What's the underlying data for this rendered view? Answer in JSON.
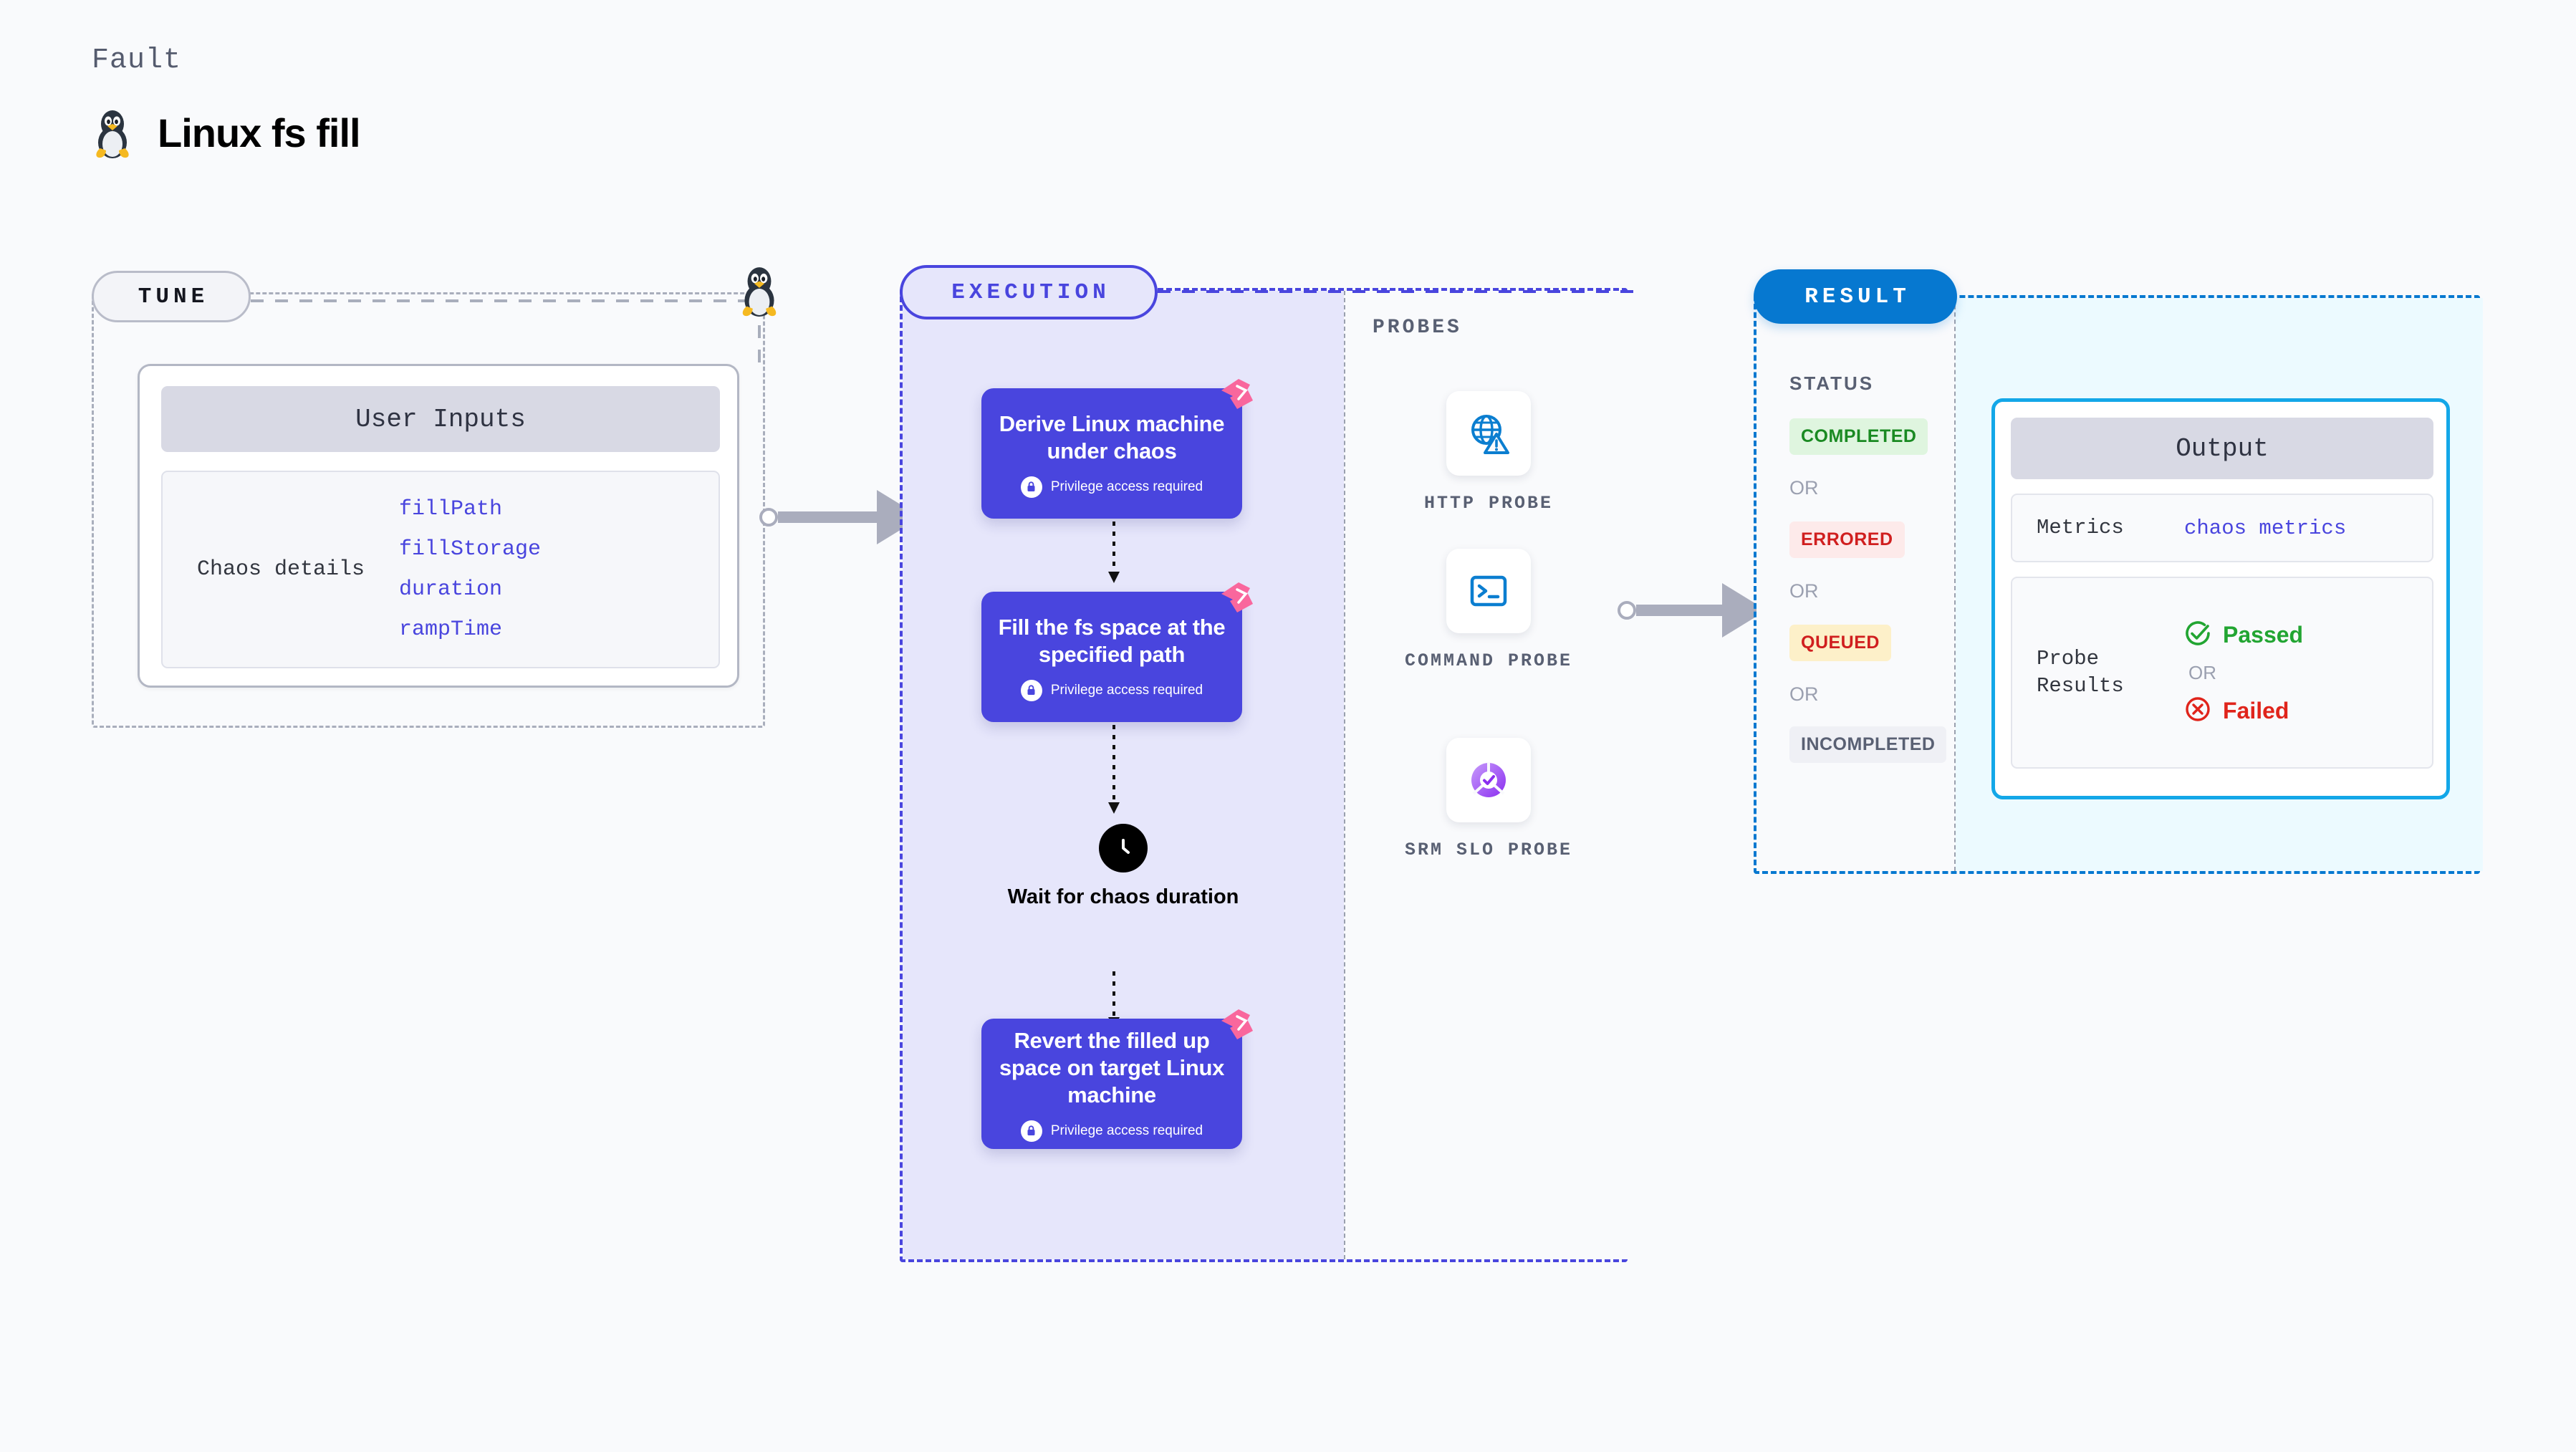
{
  "header": {
    "eyebrow": "Fault",
    "title": "Linux fs fill",
    "icon": "linux-penguin-icon"
  },
  "tune": {
    "badge": "TUNE",
    "card_header": "User Inputs",
    "details_label": "Chaos details",
    "params": [
      "fillPath",
      "fillStorage",
      "duration",
      "rampTime"
    ]
  },
  "execution": {
    "badge": "EXECUTION",
    "privilege_note": "Privilege access required",
    "steps": [
      {
        "title": "Derive Linux machine under chaos",
        "privileged": "Privilege access required"
      },
      {
        "title": "Fill the fs space at the specified path",
        "privileged": "Privilege access required"
      },
      {
        "title": "Revert the filled up space on target Linux machine",
        "privileged": "Privilege access required"
      }
    ],
    "wait_node": {
      "label": "Wait for chaos duration",
      "icon": "clock-icon"
    }
  },
  "probes": {
    "label": "PROBES",
    "items": [
      {
        "name": "HTTP PROBE",
        "icon": "globe-warning-icon"
      },
      {
        "name": "COMMAND PROBE",
        "icon": "terminal-icon"
      },
      {
        "name": "SRM SLO PROBE",
        "icon": "slo-donut-check-icon"
      }
    ]
  },
  "result": {
    "badge": "RESULT",
    "status_label": "STATUS",
    "or": "OR",
    "statuses": [
      {
        "label": "COMPLETED",
        "bg": "#dff5df",
        "fg": "#1a8a22"
      },
      {
        "label": "ERRORED",
        "bg": "#fdeaea",
        "fg": "#d01f1f"
      },
      {
        "label": "QUEUED",
        "bg": "#fdf0c9",
        "fg": "#d01f1f"
      },
      {
        "label": "INCOMPLETED",
        "bg": "#eff0f5",
        "fg": "#596073"
      }
    ],
    "output": {
      "header": "Output",
      "metrics_label": "Metrics",
      "metrics_value": "chaos metrics",
      "probe_results_label": "Probe Results",
      "passed": "Passed",
      "failed": "Failed",
      "or": "OR"
    }
  },
  "colors": {
    "indigo": "#4945de",
    "execution_bg": "#e6e6fb",
    "result_blue": "#0678d0",
    "output_cyan": "#13a7e8",
    "output_bg": "#ecfaff",
    "pink_flag": "#f9679d",
    "probe_blue": "#0b7ed0",
    "slo_purple": "#9b46f0",
    "connector_gray": "#aaadbd"
  }
}
